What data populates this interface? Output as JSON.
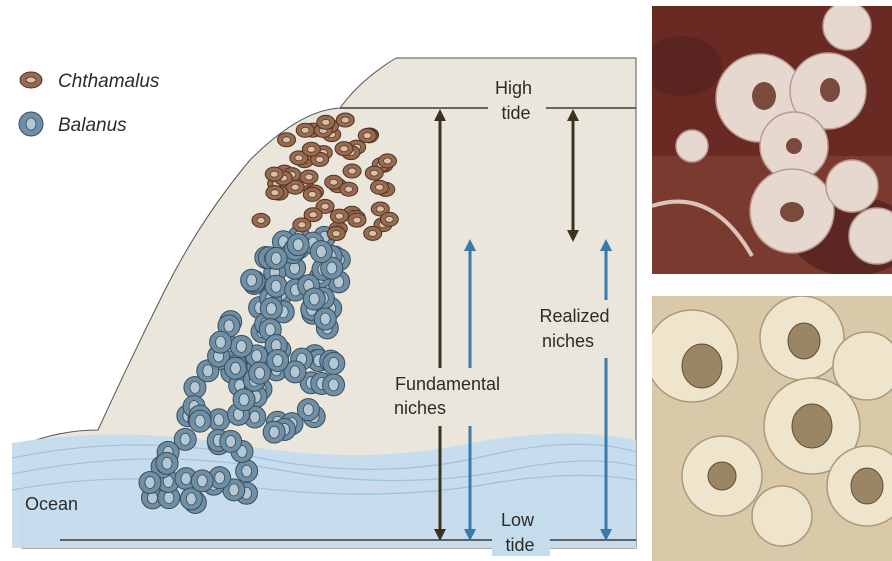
{
  "legend": {
    "items": [
      {
        "label": "Chthamalus",
        "icon": "chthamalus-barnacle-icon",
        "color": "#9a6a4f"
      },
      {
        "label": "Balanus",
        "icon": "balanus-barnacle-icon",
        "color": "#6f8fa6"
      }
    ]
  },
  "labels": {
    "high_tide": [
      "High",
      "tide"
    ],
    "low_tide": [
      "Low",
      "tide"
    ],
    "fundamental": [
      "Fundamental",
      "niches"
    ],
    "realized": [
      "Realized",
      "niches"
    ],
    "ocean": "Ocean"
  },
  "colors": {
    "rock": "#ebe6dc",
    "water": "#c5dced",
    "chthamalus": "#9a6a4f",
    "balanus": "#6f8fa6",
    "fundamental_chthamalus_arrow": "#3b3320",
    "balanus_arrow": "#3a7aab"
  },
  "photos": [
    {
      "name": "chthamalus-photo"
    },
    {
      "name": "balanus-photo"
    }
  ]
}
